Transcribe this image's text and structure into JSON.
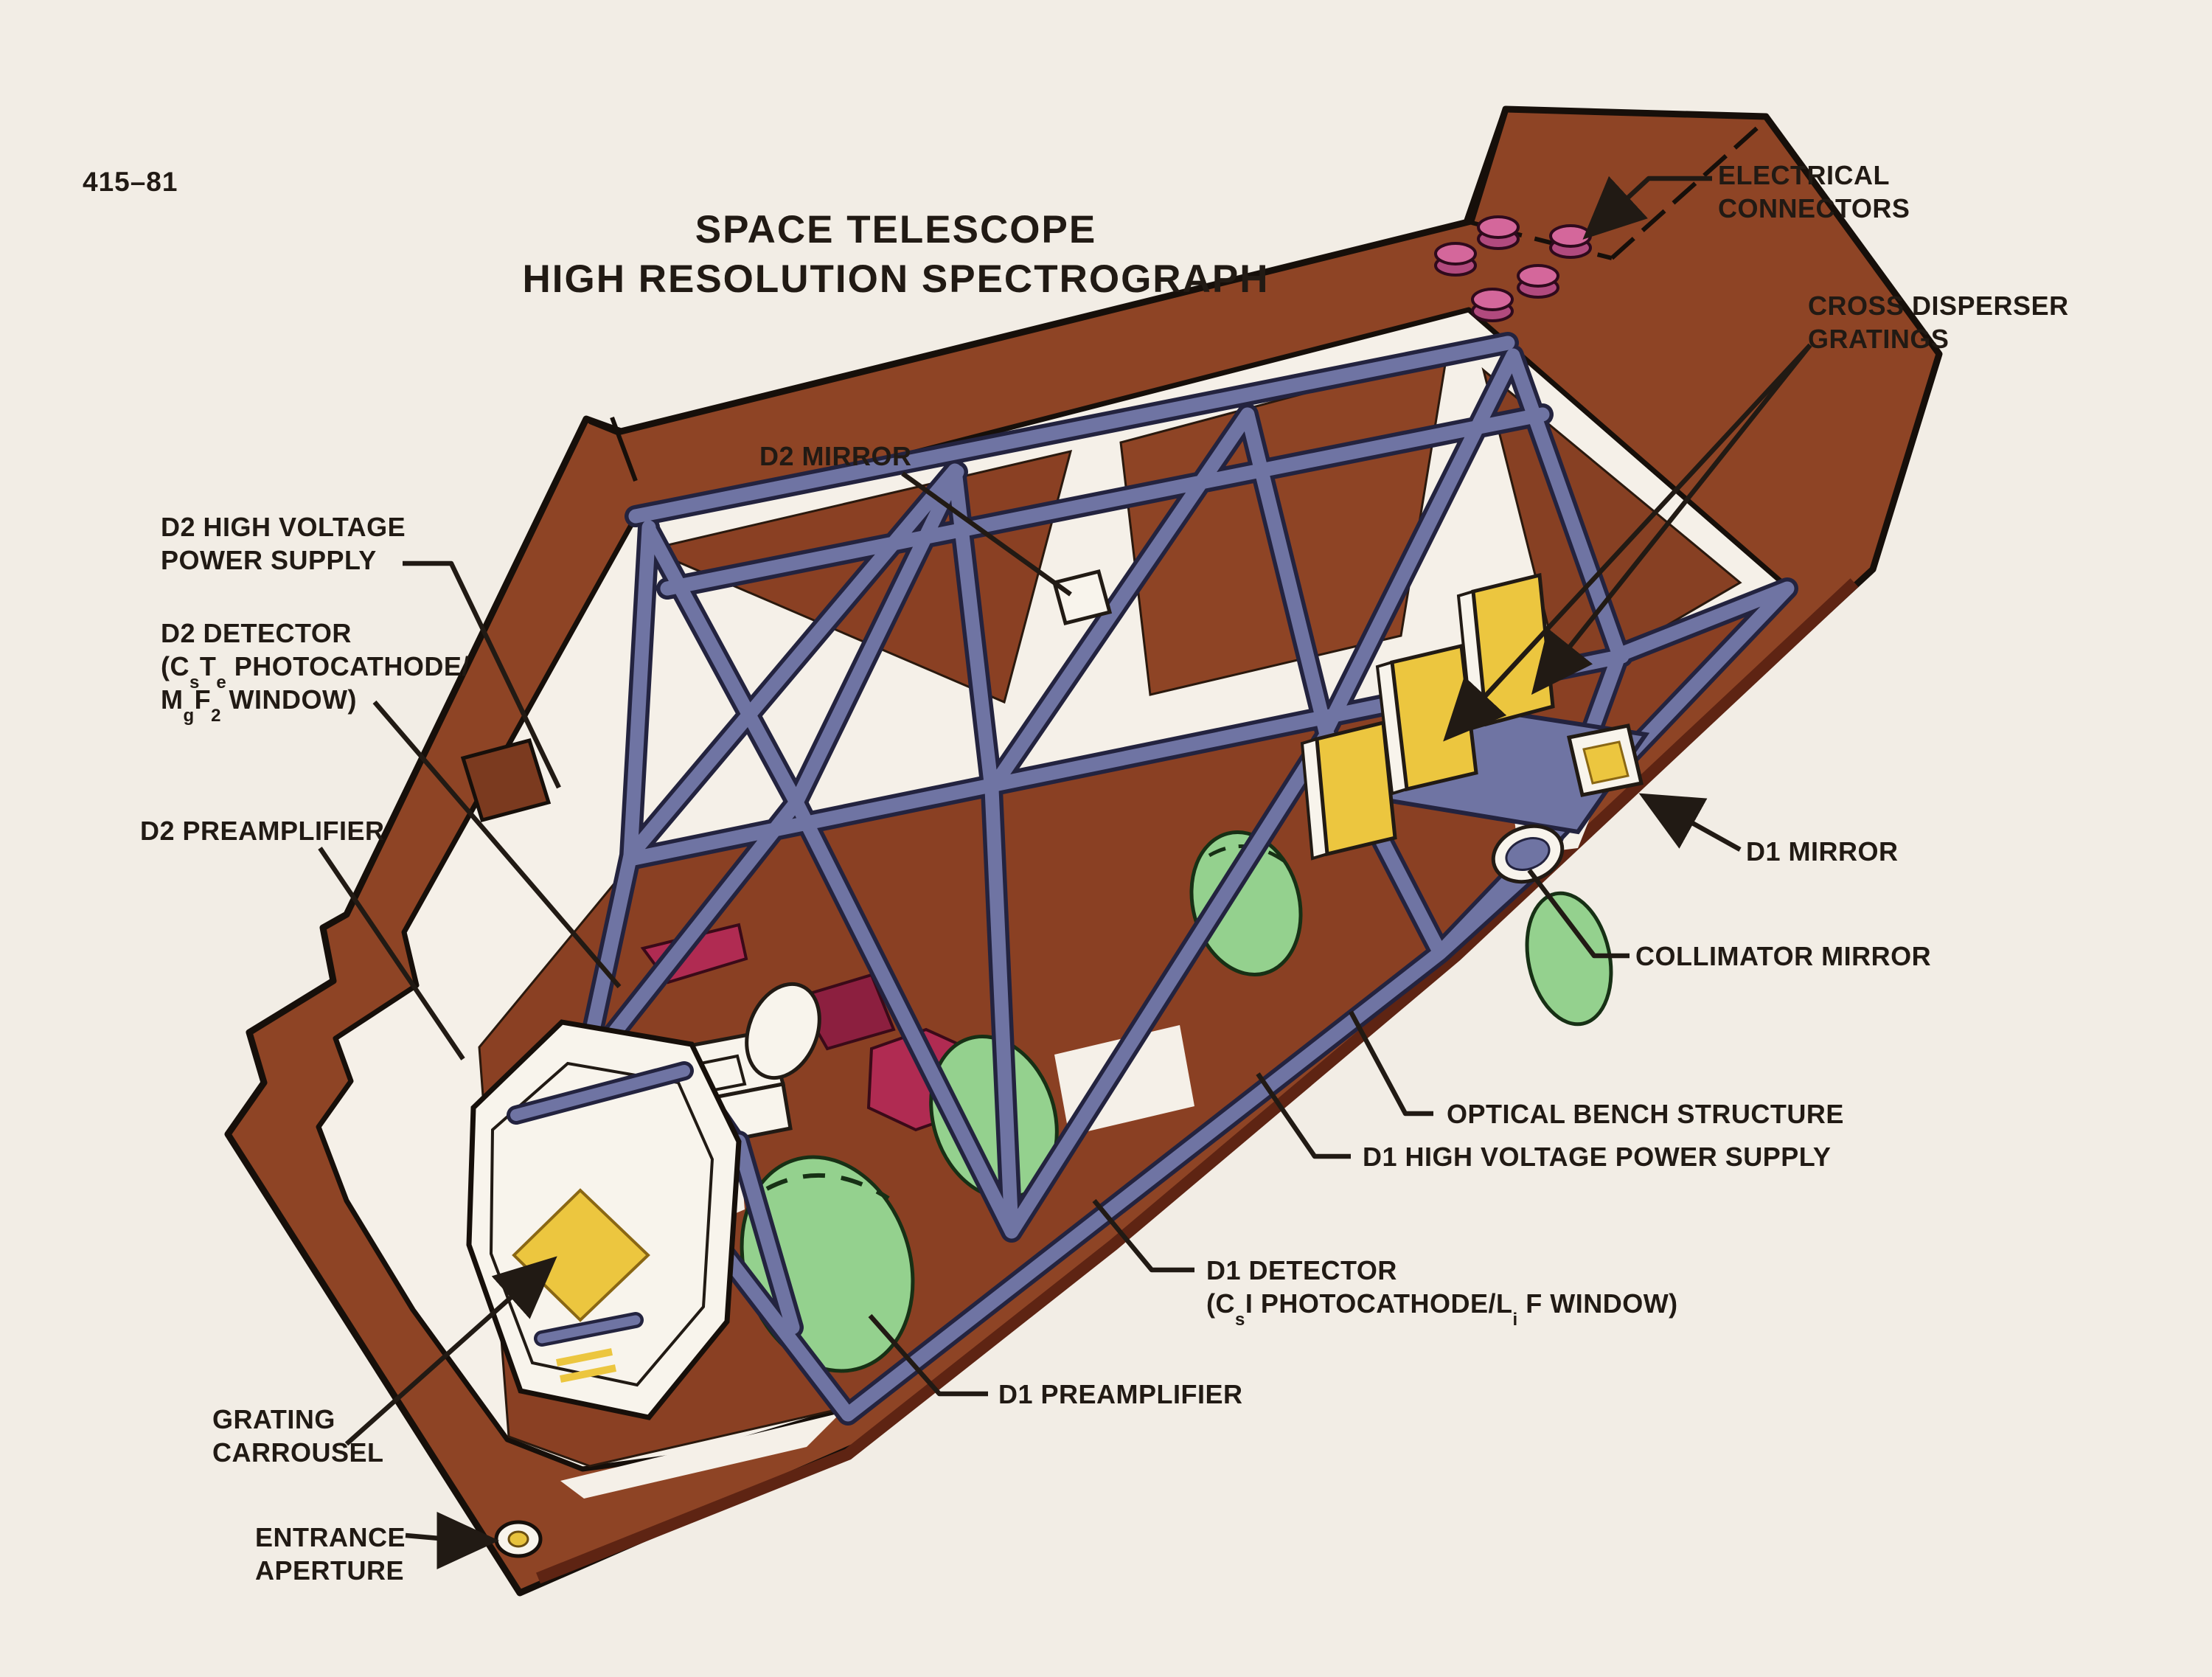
{
  "figure": {
    "id_number": "415–81"
  },
  "title": {
    "line1": "SPACE TELESCOPE",
    "line2": "HIGH RESOLUTION SPECTROGRAPH"
  },
  "labels": {
    "electrical_connectors": {
      "line1": "ELECTRICAL",
      "line2": "CONNECTORS"
    },
    "cross_disperser_gratings": {
      "line1": "CROSS DISPERSER",
      "line2": "GRATINGS"
    },
    "d2_mirror": {
      "text": "D2 MIRROR"
    },
    "d2_high_voltage_power_supply": {
      "line1": "D2 HIGH VOLTAGE",
      "line2": "POWER SUPPLY"
    },
    "d2_detector": {
      "line1": "D2 DETECTOR",
      "l2a": "(C",
      "l2b": "s",
      "l2c": "T",
      "l2d": "e",
      "l2e": " PHOTOCATHODE/",
      "l3a": "M",
      "l3b": "g",
      "l3c": "F",
      "l3d": "2",
      "l3e": " WINDOW)"
    },
    "d2_preamplifier": {
      "text": "D2 PREAMPLIFIER"
    },
    "d1_mirror": {
      "text": "D1 MIRROR"
    },
    "collimator_mirror": {
      "text": "COLLIMATOR MIRROR"
    },
    "optical_bench_structure": {
      "text": "OPTICAL BENCH STRUCTURE"
    },
    "d1_high_voltage_power_supply": {
      "text": "D1 HIGH VOLTAGE POWER SUPPLY"
    },
    "d1_detector": {
      "line1": "D1 DETECTOR",
      "l2a": "(C",
      "l2b": "s",
      "l2c": "I PHOTOCATHODE/L",
      "l2d": "i",
      "l2e": " F WINDOW)"
    },
    "d1_preamplifier": {
      "text": "D1 PREAMPLIFIER"
    },
    "grating_carrousel": {
      "line1": "GRATING",
      "line2": "CARROUSEL"
    },
    "entrance_aperture": {
      "line1": "ENTRANCE",
      "line2": "APERTURE"
    }
  },
  "colors": {
    "paper": "#f2ede5",
    "ink": "#211a14",
    "body_brown": "#8e4425",
    "rim_shadow_brown": "#5e2413",
    "truss_blue": "#6f74a3",
    "truss_outline": "#23233f",
    "grating_yellow": "#ecc63f",
    "detector_green": "#94d18e",
    "connector_pink": "#d4679b",
    "detector_crimson": "#b02b52",
    "detector_dark_red": "#8c1f3f",
    "cutaway_white": "#f8f4ec"
  }
}
